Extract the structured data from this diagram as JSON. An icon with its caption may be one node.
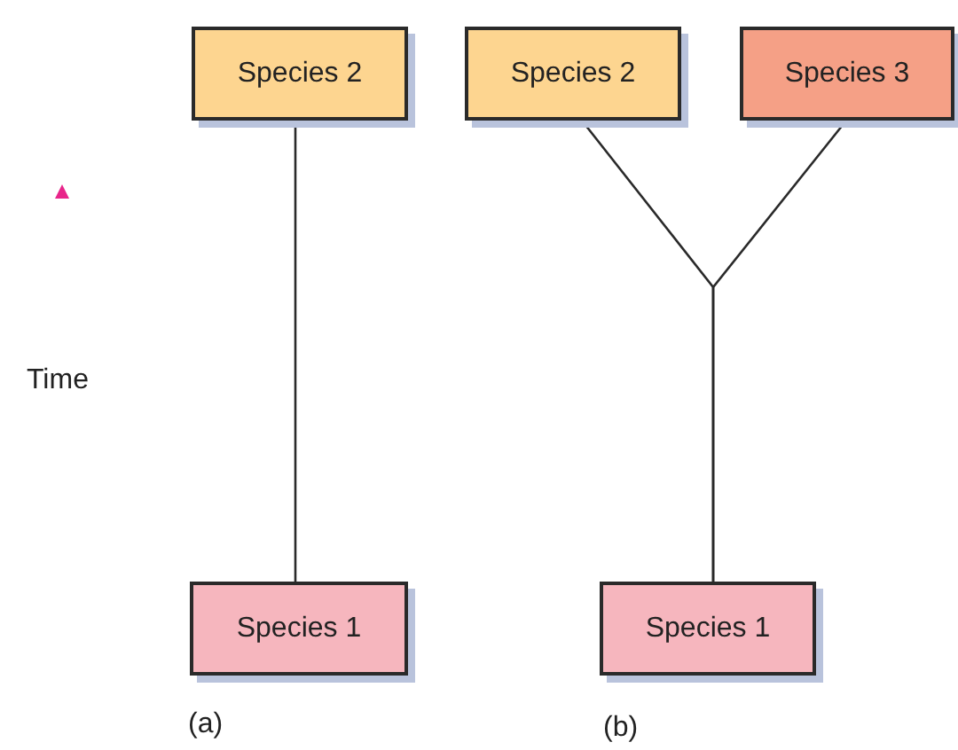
{
  "diagram": {
    "nodes": [
      {
        "text": [
          "Species 2"
        ]
      },
      {
        "text": [
          "Species 2"
        ]
      },
      {
        "text": [
          "Species 3"
        ]
      },
      {
        "text": [
          "Species 1"
        ]
      },
      {
        "text": [
          "Species 1"
        ]
      }
    ],
    "edges": [
      {
        "from": 3,
        "to": 0,
        "arrow": "none"
      },
      {
        "from": 4,
        "to": 1,
        "arrow": "none"
      },
      {
        "from": 4,
        "to": 2,
        "arrow": "none"
      }
    ],
    "labels": [
      "Time",
      "(a)",
      "(b)"
    ]
  }
}
